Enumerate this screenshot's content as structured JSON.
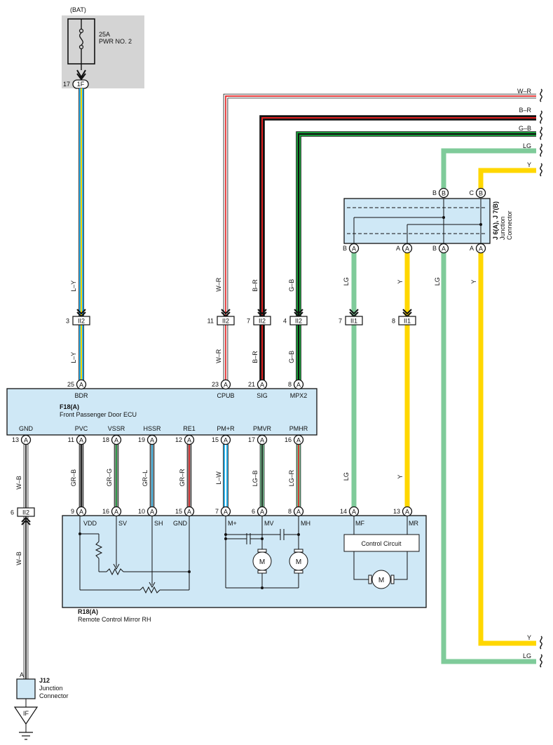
{
  "fuse": {
    "source": "(BAT)",
    "rating": "25A",
    "name": "PWR NO. 2",
    "pin": "17",
    "connector": "1F"
  },
  "ecu": {
    "id": "F18(A)",
    "name": "Front Passenger Door ECU",
    "top_pins": [
      {
        "num": "25",
        "conn": "A",
        "label": "BDR"
      },
      {
        "num": "23",
        "conn": "A",
        "label": "CPUB"
      },
      {
        "num": "21",
        "conn": "A",
        "label": "SIG"
      },
      {
        "num": "8",
        "conn": "A",
        "label": "MPX2"
      }
    ],
    "bottom_pins": [
      {
        "num": "13",
        "conn": "A",
        "label": "GND"
      },
      {
        "num": "11",
        "conn": "A",
        "label": "PVC"
      },
      {
        "num": "18",
        "conn": "A",
        "label": "VSSR"
      },
      {
        "num": "19",
        "conn": "A",
        "label": "HSSR"
      },
      {
        "num": "12",
        "conn": "A",
        "label": "RE1"
      },
      {
        "num": "15",
        "conn": "A",
        "label": "PM+R"
      },
      {
        "num": "17",
        "conn": "A",
        "label": "PMVR"
      },
      {
        "num": "16",
        "conn": "A",
        "label": "PMHR"
      }
    ]
  },
  "mirror": {
    "id": "R18(A)",
    "name": "Remote Control Mirror RH",
    "pins": [
      {
        "num": "9",
        "conn": "A",
        "label": "VDD"
      },
      {
        "num": "16",
        "conn": "A",
        "label": "SV"
      },
      {
        "num": "10",
        "conn": "A",
        "label": "SH"
      },
      {
        "num": "15",
        "conn": "A",
        "label": "GND"
      },
      {
        "num": "7",
        "conn": "A",
        "label": "M+"
      },
      {
        "num": "6",
        "conn": "A",
        "label": "MV"
      },
      {
        "num": "8",
        "conn": "A",
        "label": "MH"
      },
      {
        "num": "14",
        "conn": "A",
        "label": "MF"
      },
      {
        "num": "13",
        "conn": "A",
        "label": "MR"
      }
    ],
    "control_circuit": "Control Circuit",
    "motor": "M"
  },
  "junction_j6j7": {
    "title": "J 6(A), J 7(B)",
    "sub1": "Junction",
    "sub2": "Connector",
    "top_pins": [
      {
        "num": "B",
        "conn": "B"
      },
      {
        "num": "C",
        "conn": "B"
      }
    ],
    "bottom_pins": [
      {
        "num": "B",
        "conn": "A"
      },
      {
        "num": "A",
        "conn": "A"
      },
      {
        "num": "B",
        "conn": "A"
      },
      {
        "num": "A",
        "conn": "A"
      }
    ]
  },
  "junction_j12": {
    "title": "J12",
    "sub1": "Junction",
    "sub2": "Connector",
    "pin": "A",
    "ground": "IF"
  },
  "connectors": [
    {
      "num": "3",
      "id": "II2"
    },
    {
      "num": "11",
      "id": "II2"
    },
    {
      "num": "7",
      "id": "II2"
    },
    {
      "num": "4",
      "id": "II2"
    },
    {
      "num": "7",
      "id": "II1"
    },
    {
      "num": "8",
      "id": "II1"
    },
    {
      "num": "6",
      "id": "II2"
    }
  ],
  "wire_labels": {
    "bdr_upper": "L–Y",
    "bdr_lower": "L–Y",
    "cpub_upper": "W–R",
    "cpub_lower": "W–R",
    "sig_upper": "B–R",
    "sig_lower": "B–R",
    "mpx_upper": "G–B",
    "mpx_lower": "G–B",
    "lg_upper": "LG",
    "y_upper": "Y",
    "lg_outer": "LG",
    "y_outer": "Y",
    "gnd_upper": "W–B",
    "gnd_lower": "W–B",
    "pvc": "GR–B",
    "vssr": "GR–G",
    "hssr": "GR–L",
    "re1": "GR–R",
    "pmr": "L–W",
    "pmvr": "LG–B",
    "pmhr": "LG–R",
    "mf": "LG",
    "mr": "Y"
  },
  "bus_labels": {
    "w_r": "W–R",
    "b_r": "B–R",
    "g_b": "G–B",
    "lg_top": "LG",
    "y_top": "Y",
    "y_bottom": "Y",
    "lg_bottom": "LG"
  },
  "colors": {
    "box_fill": "#cfe8f6",
    "fuse_fill": "#d4d4d4",
    "lg": "#7fcb9a",
    "y": "#ffd700",
    "l": "#2bb1e8",
    "r": "#e02020",
    "g": "#1a9a3a",
    "gr": "#909090"
  }
}
